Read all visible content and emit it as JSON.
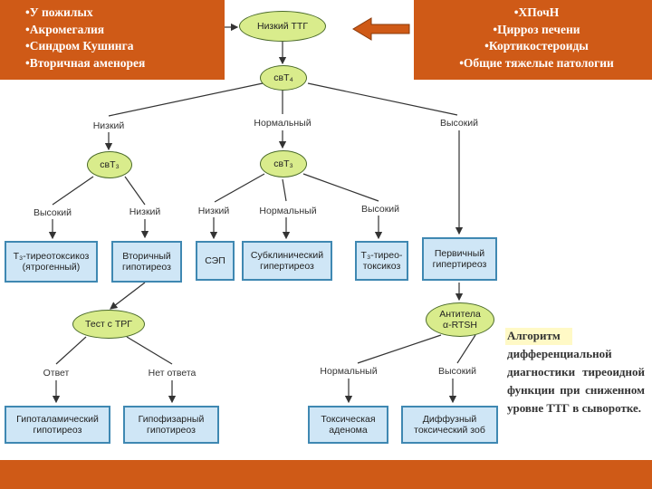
{
  "left_box": {
    "items": [
      "•У пожилых",
      "•Акромегалия",
      "•Синдром Кушинга",
      "•Вторичная аменорея"
    ]
  },
  "right_box": {
    "items": [
      "•ХПочН",
      "•Цирроз печени",
      "•Кортикостероиды",
      "•Общие тяжелые патологии"
    ]
  },
  "nodes": {
    "low_ttg": "Низкий ТТГ",
    "cvt4_top": "свТ₄",
    "cvt3_left": "свТ₃",
    "cvt3_mid": "свТ₃",
    "trg_test": "Тест с ТРГ",
    "antibodies": "Антитела\nα-RTSH"
  },
  "labels": {
    "low_1": "Низкий",
    "normal_1": "Нормальный",
    "high_1": "Высокий",
    "high_2": "Высокий",
    "low_2": "Низкий",
    "low_3": "Низкий",
    "normal_2": "Нормальный",
    "high_3": "Высокий",
    "response": "Ответ",
    "no_response": "Нет ответа",
    "normal_3": "Нормальный",
    "high_4": "Высокий"
  },
  "boxes": {
    "t3_thyrotoxicosis": "Т₃-тиреотоксикоз\n(ятрогенный)",
    "secondary_hypothyroid": "Вторичный\nгипотиреоз",
    "sep": "СЭП",
    "subclinical_hyper": "Субклинический\nгипертиреоз",
    "t3_thyreotox": "Т₃-тирео-\nтоксикоз",
    "primary_hyper": "Первичный\nгипертиреоз",
    "hypothalamic": "Гипоталамический\nгипотиреоз",
    "pituitary": "Гипофизарный\nгипотиреоз",
    "toxic_adenoma": "Токсическая\nаденома",
    "diffuse_goiter": "Диффузный\nтоксический зоб"
  },
  "caption": "Алгоритм дифференциальной диагностики тиреоидной функции при сниженном уровне ТТГ в сыворотке.",
  "colors": {
    "orange": "#cf5a17",
    "ellipse_fill": "#d9ec8c",
    "box_fill": "#cfe6f6",
    "box_border": "#3f88b2"
  }
}
